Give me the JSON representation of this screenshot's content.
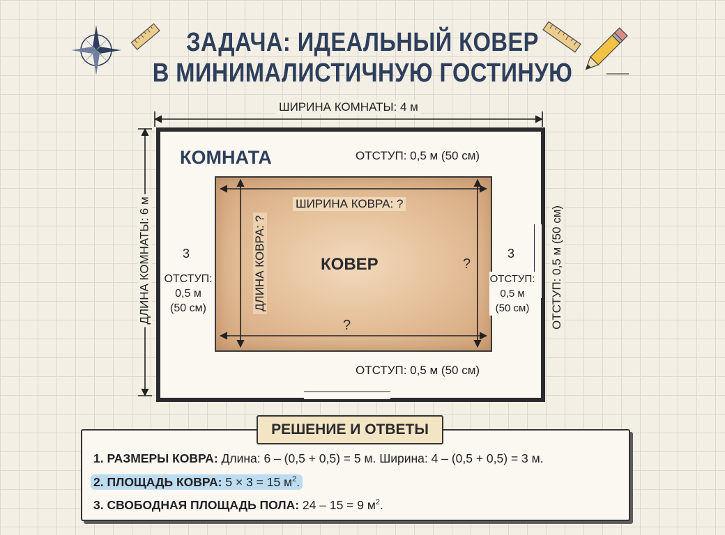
{
  "title": {
    "line1": "ЗАДАЧА: ИДЕАЛЬНЫЙ КОВЕР",
    "line2": "В МИНИМАЛИСТИЧНУЮ ГОСТИНУЮ"
  },
  "room": {
    "width_label": "ШИРИНА КОМНАТЫ: 4 м",
    "length_label": "ДЛИНА КОМНАТЫ: 6 м",
    "label": "КОМНАТА"
  },
  "offsets": {
    "top": "ОТСТУП: 0,5 м (50 см)",
    "bottom": "ОТСТУП: 0,5 м (50 см)",
    "right_outer": "ОТСТУП: 0,5 м (50 см)",
    "left_num": "3",
    "left_line1": "ОТСТУП:",
    "left_line2": "0,5 м",
    "left_line3": "(50 см)",
    "right_num": "3",
    "right_line1": "ОТСТУП:",
    "right_line2": "0,5 м",
    "right_line3": "(50 см)"
  },
  "rug": {
    "label": "КОВЕР",
    "width_label": "ШИРИНА КОВРА: ?",
    "length_label": "ДЛИНА КОВРА: ?",
    "bottom_q": "?",
    "right_q": "?"
  },
  "answers": {
    "header": "РЕШЕНИЕ И ОТВЕТЫ",
    "a1_bold": "1. РАЗМЕРЫ КОВРА:",
    "a1_text": " Длина: 6 – (0,5 + 0,5) = 5 м. Ширина: 4 – (0,5 + 0,5) = 3 м.",
    "a2_bold": "2. ПЛОЩАДЬ КОВРА:",
    "a2_text": " 5 × 3 = 15 м",
    "a2_sup": "2",
    "a2_end": ".",
    "a3_bold": "3. СВОБОДНАЯ ПЛОЩАДЬ ПОЛА:",
    "a3_text": " 24 – 15 = 9 м",
    "a3_sup": "2",
    "a3_end": "."
  },
  "icons": [
    "compass-rose-icon",
    "ruler-icon",
    "ruler-icon",
    "pencil-icon"
  ],
  "colors": {
    "title": "#2d3f5c",
    "rug": "#e6c29c",
    "highlight": "#bcdcf2",
    "header_bg": "#f3e4c4"
  }
}
